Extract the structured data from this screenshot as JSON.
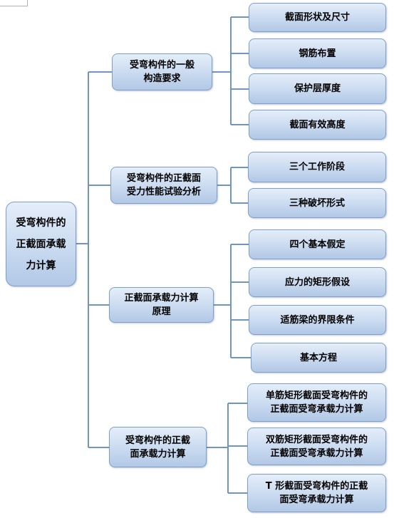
{
  "diagram": {
    "root": "受弯构件的\n正截面承载\n力计算",
    "branches": [
      {
        "label": "受弯构件的一般\n构造要求",
        "children": [
          "截面形状及尺寸",
          "钢筋布置",
          "保护层厚度",
          "截面有效高度"
        ]
      },
      {
        "label": "受弯构件的正截面\n受力性能试验分析",
        "children": [
          "三个工作阶段",
          "三种破坏形式"
        ]
      },
      {
        "label": "正截面承载力计算\n原理",
        "children": [
          "四个基本假定",
          "应力的矩形假设",
          "适筋梁的界限条件",
          "基本方程"
        ]
      },
      {
        "label": "受弯构件的正截\n面承载力计算",
        "children": [
          "单筋矩形截面受弯构件的\n正截面受弯承载力计算",
          "双筋矩形截面受弯构件的\n正截面受弯承载力计算",
          "T 形截面受弯构件的正截\n面受弯承载力计算"
        ]
      }
    ]
  }
}
